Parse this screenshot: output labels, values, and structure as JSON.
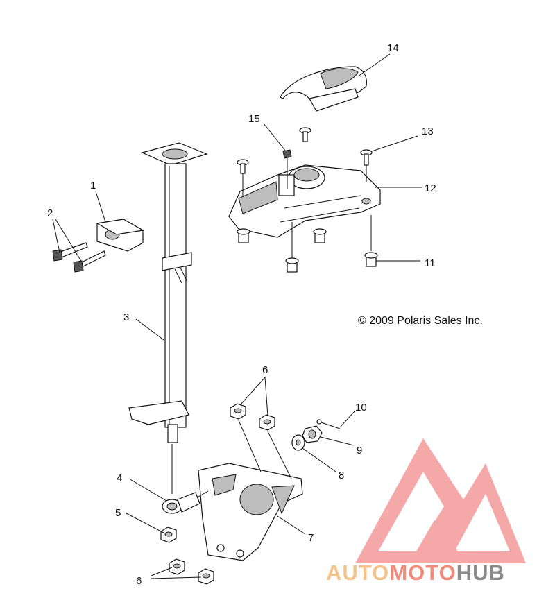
{
  "labels": {
    "l1": "1",
    "l2": "2",
    "l3": "3",
    "l4": "4",
    "l5": "5",
    "l6a": "6",
    "l6b": "6",
    "l7": "7",
    "l8": "8",
    "l9": "9",
    "l10": "10",
    "l11": "11",
    "l12": "12",
    "l13": "13",
    "l14": "14",
    "l15": "15"
  },
  "copyright": "© 2009 Polaris Sales Inc.",
  "watermark": {
    "part1": "AUTO",
    "part2": "MOTO",
    "part3": "HUB",
    "color_auto": "#f4c38a",
    "color_moto": "#f08a7a",
    "color_hub": "#8a8a8a",
    "logo_color": "#f49a9a"
  }
}
